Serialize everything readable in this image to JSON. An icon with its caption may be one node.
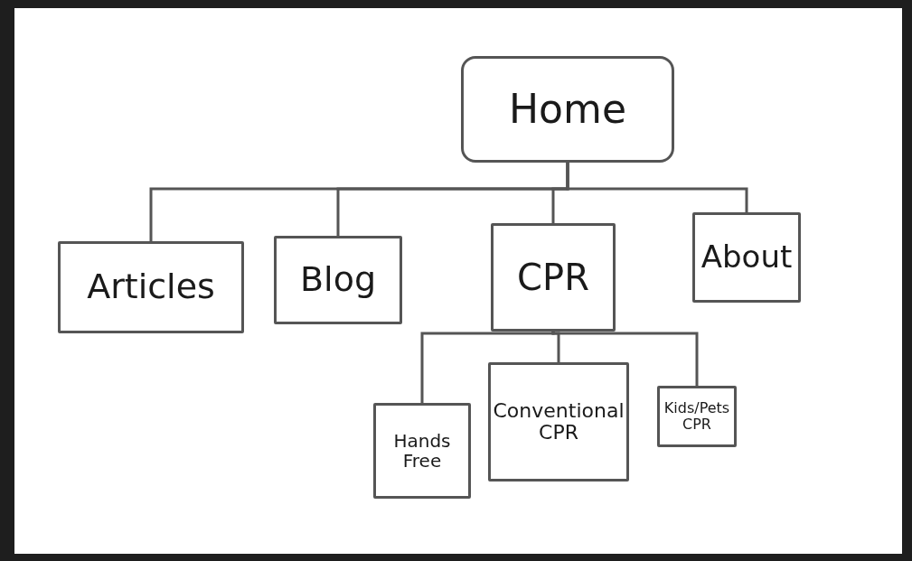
{
  "diagram": {
    "nodes": [
      {
        "text": [
          "Home"
        ]
      },
      {
        "text": [
          "Articles"
        ]
      },
      {
        "text": [
          "Blog"
        ]
      },
      {
        "text": [
          "CPR"
        ]
      },
      {
        "text": [
          "About"
        ]
      },
      {
        "text": [
          "Hands Free"
        ]
      },
      {
        "text": [
          "Conventional CPR"
        ]
      },
      {
        "text": [
          "Kids/Pets CPR"
        ]
      }
    ],
    "edges": [
      {
        "from": 0,
        "to": 1,
        "arrow": "none"
      },
      {
        "from": 0,
        "to": 2,
        "arrow": "none"
      },
      {
        "from": 0,
        "to": 3,
        "arrow": "none"
      },
      {
        "from": 0,
        "to": 4,
        "arrow": "none"
      },
      {
        "from": 3,
        "to": 5,
        "arrow": "none"
      },
      {
        "from": 3,
        "to": 6,
        "arrow": "none"
      },
      {
        "from": 3,
        "to": 7,
        "arrow": "none"
      }
    ]
  }
}
